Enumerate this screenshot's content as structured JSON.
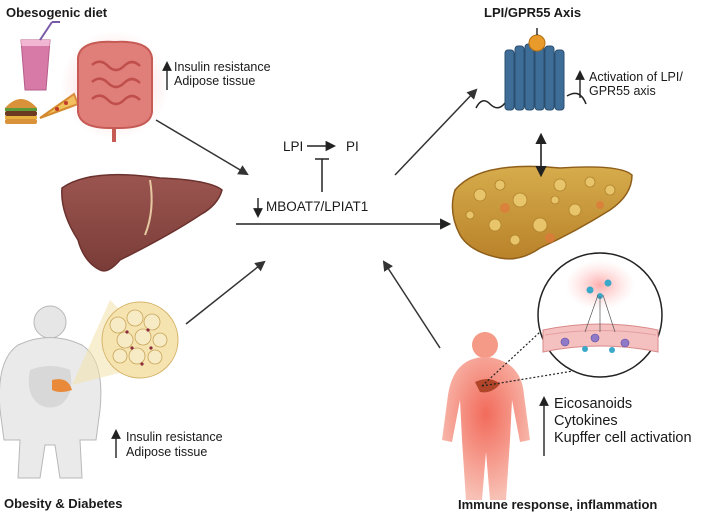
{
  "sections": {
    "obesogenic_diet": {
      "title": "Obesogenic diet",
      "effects": [
        "Insulin resistance",
        "Adipose tissue"
      ]
    },
    "lpi_gpr55": {
      "title": "LPI/GPR55 Axis",
      "effects": [
        "Activation of LPI/",
        "GPR55 axis"
      ]
    },
    "obesity_diabetes": {
      "title": "Obesity & Diabetes",
      "effects": [
        "Insulin resistance",
        "Adipose tissue"
      ]
    },
    "immune": {
      "title": "Immune response, inflammation",
      "effects": [
        "Eicosanoids",
        "Cytokines",
        "Kupffer cell activation"
      ]
    }
  },
  "center": {
    "lpi": "LPI",
    "pi": "PI",
    "enzyme": "MBOAT7/LPIAT1"
  },
  "colors": {
    "liver_healthy": "#8e4a45",
    "liver_fatty": "#c99a3a",
    "receptor": "#3e6e98",
    "ligand": "#e89a2a",
    "intestine": "#e07f7a",
    "body_inflamed": "#f3a08f",
    "arrow": "#222222"
  }
}
